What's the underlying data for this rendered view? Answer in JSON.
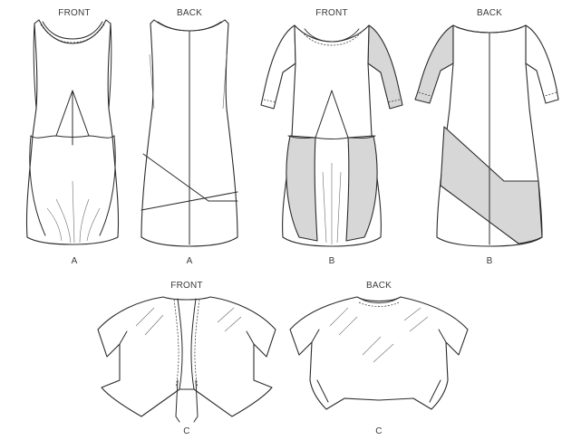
{
  "views": [
    {
      "id": "a-front",
      "heading": "FRONT",
      "view": "A"
    },
    {
      "id": "a-back",
      "heading": "BACK",
      "view": "A"
    },
    {
      "id": "b-front",
      "heading": "FRONT",
      "view": "B"
    },
    {
      "id": "b-back",
      "heading": "BACK",
      "view": "B"
    },
    {
      "id": "c-front",
      "heading": "FRONT",
      "view": "C"
    },
    {
      "id": "c-back",
      "heading": "BACK",
      "view": "C"
    }
  ],
  "colors": {
    "outline": "#2b2b2b",
    "contrast_fill": "#d7d7d7",
    "paper": "#ffffff"
  }
}
